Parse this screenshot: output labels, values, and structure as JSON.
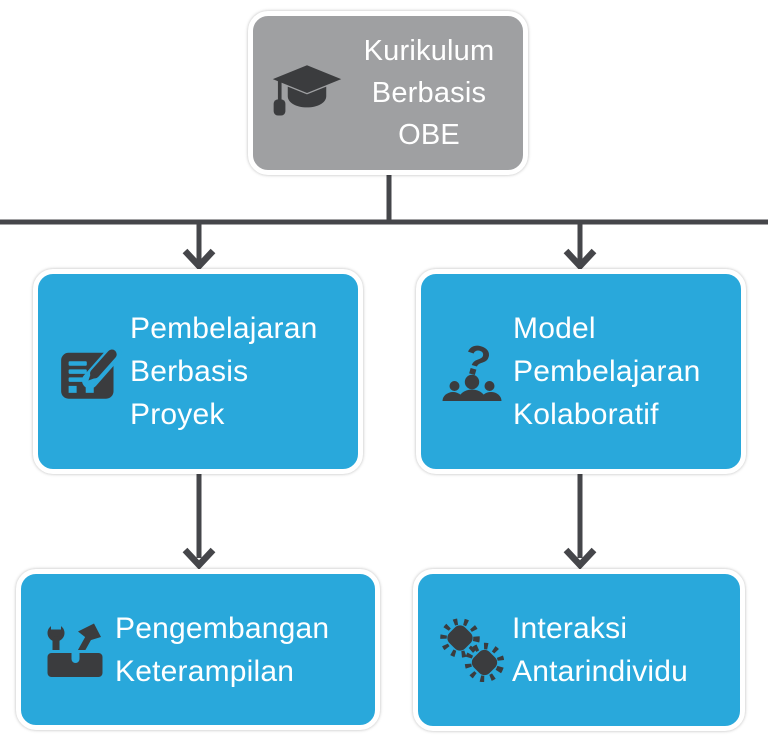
{
  "diagram": {
    "type": "flowchart",
    "root": {
      "label": "Kurikulum\nBerbasis\nOBE",
      "icon": "graduation-cap-icon",
      "color": "#9fa0a2"
    },
    "branches": [
      {
        "id": "proyek",
        "label": "Pembelajaran\nBerbasis\nProyek",
        "icon": "document-pen-icon",
        "color": "#29a8db",
        "parent": "root"
      },
      {
        "id": "kolaboratif",
        "label": "Model\nPembelajaran\nKolaboratif",
        "icon": "people-question-icon",
        "color": "#29a8db",
        "parent": "root"
      },
      {
        "id": "keterampilan",
        "label": "Pengembangan\nKeterampilan",
        "icon": "toolbox-icon",
        "color": "#29a8db",
        "parent": "proyek"
      },
      {
        "id": "interaksi",
        "label": "Interaksi\nAntarindividu",
        "icon": "hands-gears-icon",
        "color": "#29a8db",
        "parent": "kolaboratif"
      }
    ],
    "connectors": {
      "style": "dark solid lines, full-width horizontal bar under root, V-shaped arrowheads pointing down",
      "color": "#45464a"
    }
  },
  "colors": {
    "node_blue": "#29a8db",
    "node_gray": "#9fa0a2",
    "icon_dark": "#3b3c3e",
    "connector_dark": "#45464a",
    "text": "#ffffff",
    "background": "#ffffff",
    "node_border": "#ffffff"
  }
}
